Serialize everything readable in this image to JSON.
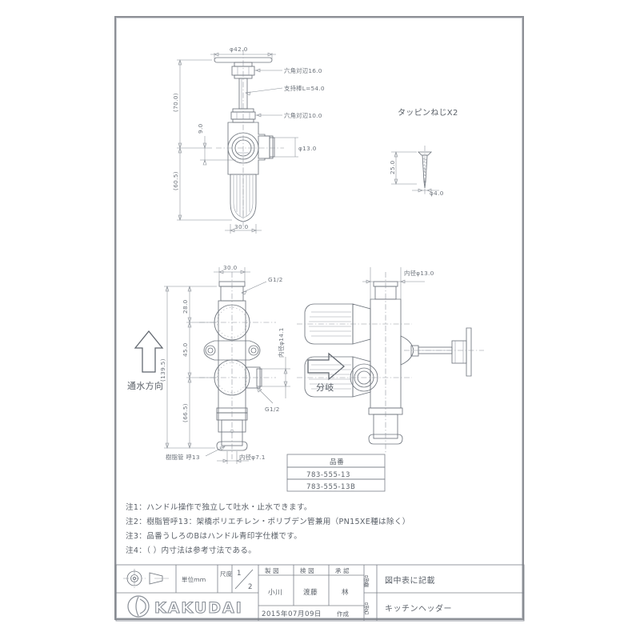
{
  "document": {
    "type": "technical-drawing",
    "brand": "KAKUDAI",
    "product_name": "キッチンヘッダー",
    "product_code_label": "図中表に記載",
    "date": "2015年07月09日",
    "date_suffix": "作成"
  },
  "top_view": {
    "labels": {
      "diameter_top": "φ42.0",
      "hex_across_flats_16": "六角対辺16.0",
      "support_rod": "支持棒L=54.0",
      "hex_across_flats_10": "六角対辺10.0",
      "diameter_13": "φ13.0",
      "height_total": "(70.0)",
      "height_9": "9.0",
      "height_60_5": "(60.5)",
      "width_30": "30.0"
    }
  },
  "screw_detail": {
    "title": "タッピンねじX2",
    "length": "25.0",
    "diameter": "φ4.0"
  },
  "front_view": {
    "labels": {
      "width_30": "30.0",
      "thread_top": "G1/2",
      "thread_side": "G1/2",
      "dim_28": "28.0",
      "dim_45": "45.0",
      "dim_66_5": "(66.5)",
      "dim_139_5": "(139.5)",
      "inner_dia_14_1": "内径φ14.1",
      "resin_pipe": "樹脂管 呼13",
      "inner_dia_7_1": "内径φ7.1",
      "flow_direction": "通水方向",
      "branch": "分岐"
    }
  },
  "side_view": {
    "labels": {
      "inner_dia_13": "内径φ13.0"
    }
  },
  "parts_table": {
    "header": "品番",
    "rows": [
      "783-555-13",
      "783-555-13B"
    ]
  },
  "notes": [
    "注1：ハンドル操作で独立して吐水・止水できます。",
    "注2：樹脂管呼13：架橋ポリエチレン・ポリブデン管兼用（PN15XE種は除く）",
    "注3：品番うしろのBはハンドル青印字仕様です。",
    "注4：（ ）内寸法は参考寸法である。"
  ],
  "title_block": {
    "unit": "単位ｍｍ",
    "scale_label": "尺度",
    "scale_num": "1",
    "scale_den": "2",
    "col_drawn": "製  図",
    "col_checked": "検  図",
    "col_approved": "承  認",
    "name_drawn": "小川",
    "name_checked": "渡藤",
    "name_approved": "林",
    "row_code_label": "品番",
    "row_name_label": "品名"
  },
  "colors": {
    "line": "#6f757d",
    "frame": "#8d9096",
    "text": "#5d636b",
    "background": "#ffffff"
  }
}
